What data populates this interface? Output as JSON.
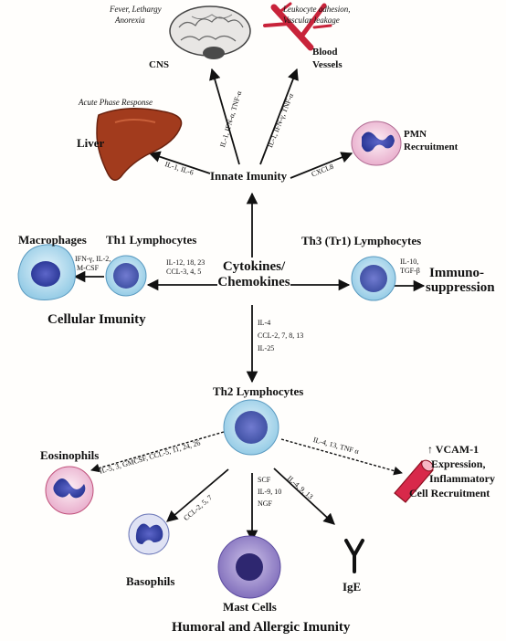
{
  "center": {
    "line1": "Cytokines/",
    "line2": "Chemokines"
  },
  "innate": {
    "title": "Innate Imunity",
    "cns": {
      "label": "CNS",
      "effect_line1": "Fever, Lethargy",
      "effect_line2": "Anorexia",
      "signals": "IL-1, IFN-α, TNF-α"
    },
    "blood_vessels": {
      "line1": "Blood",
      "line2": "Vessels",
      "effect_line1": "Leukocyte adhesion,",
      "effect_line2": "Vascular leakage",
      "signals": "IL-1, IFN-γ, TNF-α"
    },
    "liver": {
      "label": "Liver",
      "effect": "Acute Phase Response",
      "signals": "IL-1, IL-6"
    },
    "pmn": {
      "line1": "PMN",
      "line2": "Recruitment",
      "signals": "CXCL8"
    }
  },
  "th1": {
    "label": "Th1 Lymphocytes",
    "signals_line1": "IL-12, 18, 23",
    "signals_line2": "CCL-3, 4, 5",
    "macrophages": {
      "label": "Macrophages",
      "signals_line1": "IFN-γ, IL-2,",
      "signals_line2": "M-CSF"
    },
    "cellular": "Cellular Imunity"
  },
  "th3": {
    "label": "Th3 (Tr1) Lymphocytes",
    "signals_line1": "IL-10,",
    "signals_line2": "TGF-β",
    "outcome_line1": "Immuno-",
    "outcome_line2": "suppression"
  },
  "th2": {
    "label": "Th2 Lymphocytes",
    "signals": [
      "IL-4",
      "CCL-2, 7, 8, 13",
      "IL-25"
    ],
    "eosinophils": {
      "label": "Eosinophils",
      "signals": "IL-5, 3, GMCSF, CCL-5, 11, 24, 26"
    },
    "basophils": {
      "label": "Basophils",
      "signals": "CCL-2, 5, 7"
    },
    "mast": {
      "label": "Mast Cells",
      "signals": [
        "SCF",
        "IL-9, 10",
        "NGF"
      ]
    },
    "ige": {
      "label": "IgE",
      "signals": "IL-4, 9, 13"
    },
    "vcam": {
      "signals": "IL-4, 13, TNF α",
      "line1": "↑ VCAM-1",
      "line2": "Expression,",
      "line3": "Inflammatory",
      "line4": "Cell Recruitment"
    }
  },
  "humoral": "Humoral and Allergic Imunity"
}
